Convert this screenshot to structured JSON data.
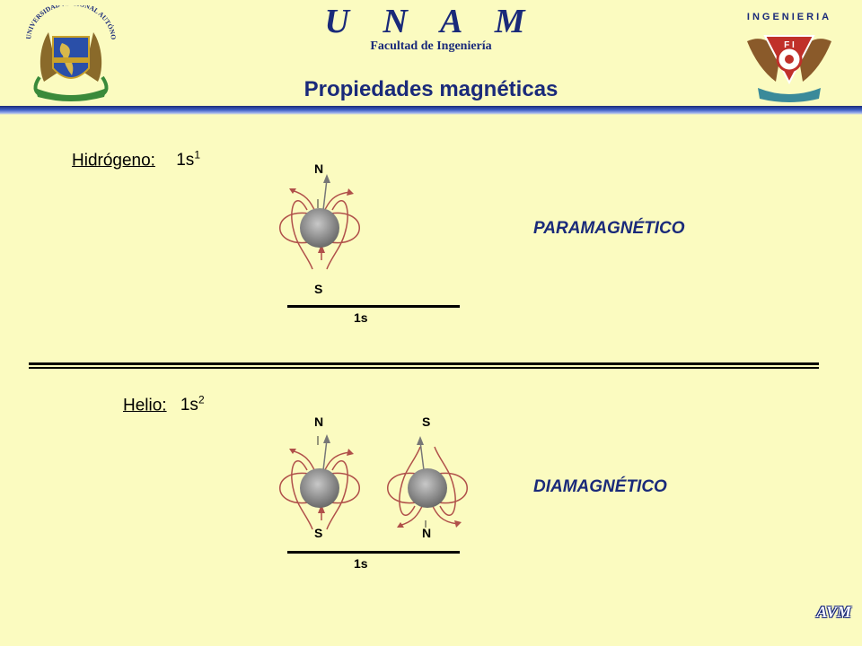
{
  "header": {
    "unam": "U N A M",
    "facultad": "Facultad de Ingeniería",
    "title": "Propiedades magnéticas",
    "logo_left_text": "UNIVERSIDAD NACIONAL AUTÓNOMA DE MÉXICO",
    "logo_right_text": "INGENIERIA",
    "logo_right_fi": "F I"
  },
  "hydrogen": {
    "label": "Hidrógeno:",
    "config_base": "1s",
    "config_exp": "1",
    "pole_top": "N",
    "pole_bottom": "S",
    "orbital": "1s",
    "property": "PARAMAGNÉTICO"
  },
  "helium": {
    "label": "Helio:",
    "config_base": "1s",
    "config_exp": "2",
    "electron1_top": "N",
    "electron1_bottom": "S",
    "electron2_top": "S",
    "electron2_bottom": "N",
    "orbital": "1s",
    "property": "DIAMAGNÉTICO"
  },
  "footer": {
    "initials": "AVM"
  },
  "colors": {
    "background": "#fbfbc0",
    "accent": "#1a2a7a",
    "field_lines": "#b0504a",
    "electron": "#8a8a8a"
  }
}
